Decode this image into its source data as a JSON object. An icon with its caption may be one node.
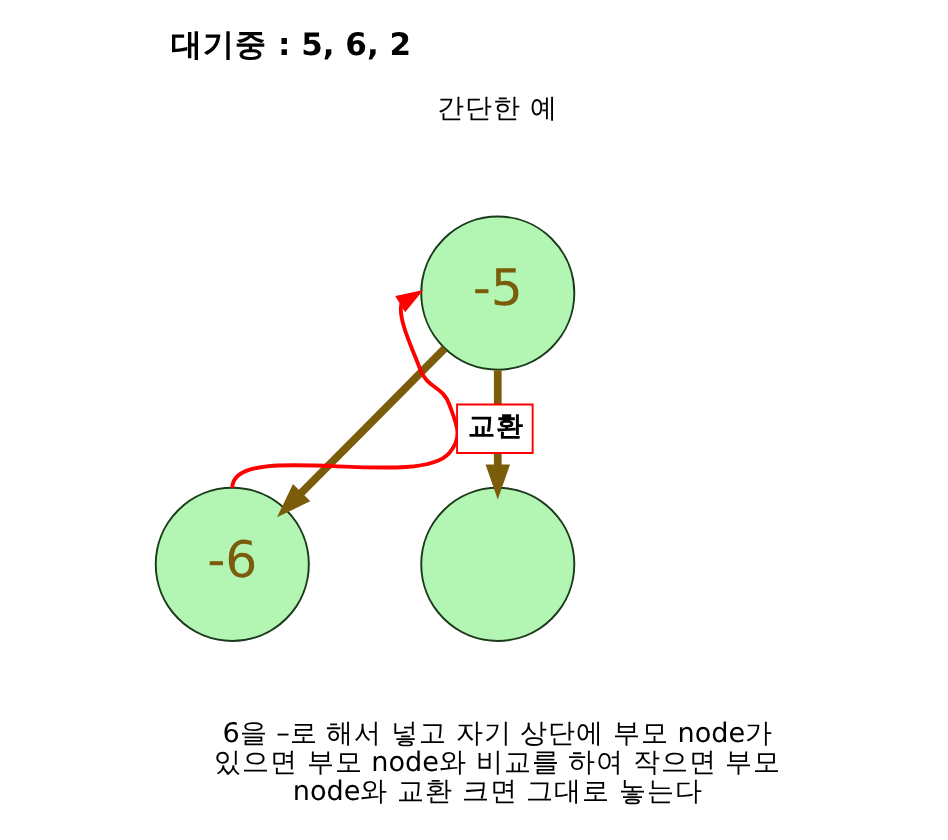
{
  "diagram": {
    "title": "대기중 : 5, 6, 2",
    "caption": "6을 –로 해서 넣고 자기 상단에 부모 node가 있으면 부모 node와 비교를 하여 작으면 부모 node와 교환 크면 그대로 놓는다",
    "nodes": [
      {
        "text": [
          "-5"
        ]
      },
      {
        "text": [
          "-6"
        ]
      },
      {
        "text": [],
        "shape": "circle"
      }
    ],
    "edges": [
      {
        "from": 0,
        "to": 1,
        "arrow": "to"
      },
      {
        "from": 0,
        "to": 2,
        "arrow": "to"
      },
      {
        "from": 1,
        "to": 0,
        "arrow": "to",
        "label": "교환",
        "color": "#ff0000"
      }
    ],
    "labels": [
      "간단한 예"
    ]
  }
}
